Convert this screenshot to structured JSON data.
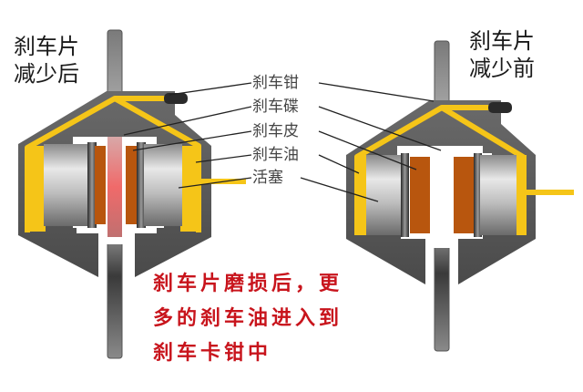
{
  "titles": {
    "after_line1": "刹车片",
    "after_line2": "减少后",
    "before_line1": "刹车片",
    "before_line2": "减少前"
  },
  "labels": [
    {
      "text": "刹车钳",
      "meaning": "brake caliper"
    },
    {
      "text": "刹车碟",
      "meaning": "brake disc"
    },
    {
      "text": "刹车皮",
      "meaning": "brake pad"
    },
    {
      "text": "刹车油",
      "meaning": "brake fluid"
    },
    {
      "text": "活塞",
      "meaning": "piston"
    }
  ],
  "caption": {
    "line1": "刹车片磨损后，更",
    "line2": "多的刹车油进入到",
    "line3": "刹车卡钳中"
  },
  "colors": {
    "caliper_body": "#5a5a5a",
    "brake_fluid": "#f5c518",
    "brake_pad": "#b8560e",
    "piston": "#c8c8c8",
    "disc": "#9a9a9a",
    "disc_hot": "#f07a7a",
    "caption_text": "#c8141c",
    "label_text": "#444444"
  }
}
